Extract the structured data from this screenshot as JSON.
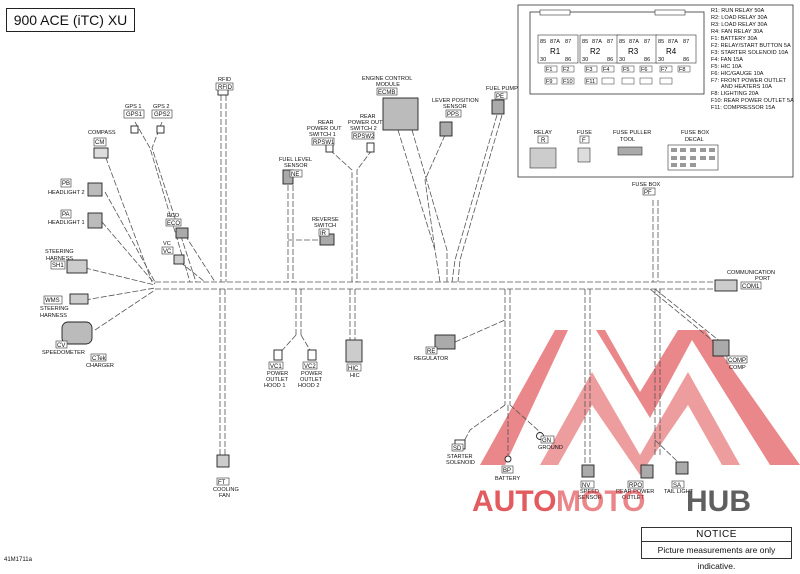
{
  "title": "900 ACE (iTC) XU",
  "doc_id": "41M1711a",
  "notice": {
    "heading": "NOTICE",
    "body": "Picture measurements are only indicative."
  },
  "watermark": {
    "brand_left": "AUTO",
    "brand_mid": "MOTO",
    "brand_right": "HUB",
    "color_red": "#d9252a",
    "color_dark": "#444444"
  },
  "fuse_box": {
    "relays": [
      {
        "name": "R1",
        "pins": [
          "85",
          "87A",
          "87",
          "30",
          "86"
        ]
      },
      {
        "name": "R2",
        "pins": [
          "85",
          "87A",
          "87",
          "30",
          "86"
        ]
      },
      {
        "name": "R3",
        "pins": [
          "85",
          "87A",
          "87",
          "30",
          "86"
        ]
      },
      {
        "name": "R4",
        "pins": [
          "85",
          "87A",
          "87",
          "30",
          "86"
        ]
      }
    ],
    "fuse_slots": [
      "F1",
      "F2",
      "F3",
      "F4",
      "F5",
      "F6",
      "F7",
      "F8",
      "F9",
      "F10",
      "F11"
    ],
    "legend": [
      "R1: RUN RELAY 50A",
      "R2: LOAD RELAY 30A",
      "R3: LOAD RELAY 30A",
      "R4: FAN RELAY 30A",
      "F1: BATTERY 30A",
      "F2: RELAY/START BUTTON 5A",
      "F3: STARTER SOLENOID 10A",
      "F4: FAN 15A",
      "F5: HIC 10A",
      "F6: HIC/GAUGE 10A",
      "F7: FRONT POWER OUTLET",
      "AND HEATERS 10A",
      "F8: LIGHTING 20A",
      "F10: REAR POWER OUTLET 5A",
      "F11: COMPRESSOR 15A"
    ],
    "parts": [
      {
        "label": "RELAY",
        "code": "R"
      },
      {
        "label": "FUSE",
        "code": "F"
      },
      {
        "label": "FUSE PULLER",
        "label2": "TOOL"
      },
      {
        "label": "FUSE BOX",
        "label2": "DECAL"
      }
    ]
  },
  "components": {
    "rfid": {
      "code": "RFID",
      "label": "RFID"
    },
    "gps1": {
      "code": "GPS1",
      "label": "GPS 1"
    },
    "gps2": {
      "code": "GPS2",
      "label": "GPS 2"
    },
    "compass": {
      "code": "CM",
      "label": "COMPASS"
    },
    "headlight2": {
      "code": "PB",
      "label": "HEADLIGHT 2"
    },
    "headlight1": {
      "code": "PA",
      "label": "HEADLIGHT 1"
    },
    "steering1": {
      "code": "SH1",
      "label1": "STEERING",
      "label2": "HARNESS"
    },
    "steering2": {
      "code": "WMS",
      "label1": "STEERING",
      "label2": "HARNESS"
    },
    "speedometer": {
      "code": "CV",
      "label": "SPEEDOMETER"
    },
    "charger": {
      "code": "CTek",
      "label": "CHARGER"
    },
    "eco": {
      "code": "ECO",
      "label": "ECO"
    },
    "vc": {
      "code": "VC",
      "label": "VC"
    },
    "rpsw1": {
      "code": "RPSW1",
      "label1": "REAR",
      "label2": "POWER OUT",
      "label3": "SWITCH 1"
    },
    "rpsw2": {
      "code": "RPSW2",
      "label1": "REAR",
      "label2": "POWER OUT",
      "label3": "SWITCH 2"
    },
    "ecm": {
      "code": "ECMB",
      "label1": "ENGINE CONTROL",
      "label2": "MODULE"
    },
    "pps": {
      "code": "PPS",
      "label1": "LEVER POSITION",
      "label2": "SENSOR"
    },
    "fuelpump": {
      "code": "PE",
      "label": "FUEL PUMP"
    },
    "fuelsensor": {
      "code": "NE",
      "label1": "FUEL LEVEL",
      "label2": "SENSOR"
    },
    "reverse": {
      "code": "IR",
      "label1": "REVERSE",
      "label2": "SWITCH"
    },
    "fusebox": {
      "code": "PF",
      "label": "FUSE BOX"
    },
    "comport": {
      "code": "COM1",
      "label1": "COMMUNICATION",
      "label2": "PORT"
    },
    "comp": {
      "code": "COMP",
      "label": "COMP"
    },
    "vc1": {
      "code": "VC1",
      "label1": "POWER",
      "label2": "OUTLET",
      "label3": "HOOD 1"
    },
    "vc2": {
      "code": "VC2",
      "label1": "POWER",
      "label2": "OUTLET",
      "label3": "HOOD 2"
    },
    "hic": {
      "code": "HIC",
      "label": "HIC"
    },
    "regulator": {
      "code": "RE",
      "label": "REGULATOR"
    },
    "starter": {
      "code": "SD",
      "label1": "STARTER",
      "label2": "SOLENOID"
    },
    "battery": {
      "code": "BP",
      "label": "BATTERY"
    },
    "ground": {
      "code": "GN",
      "label": "GROUND"
    },
    "speedsensor": {
      "code": "NV",
      "label1": "SPEED",
      "label2": "SENSOR"
    },
    "rearpower": {
      "code": "RPO",
      "label1": "REAR POWER",
      "label2": "OUTLET"
    },
    "taillight": {
      "code": "SA",
      "label": "TAIL LIGHT"
    },
    "coolingfan": {
      "code": "FT",
      "label1": "COOLING",
      "label2": "FAN"
    }
  }
}
